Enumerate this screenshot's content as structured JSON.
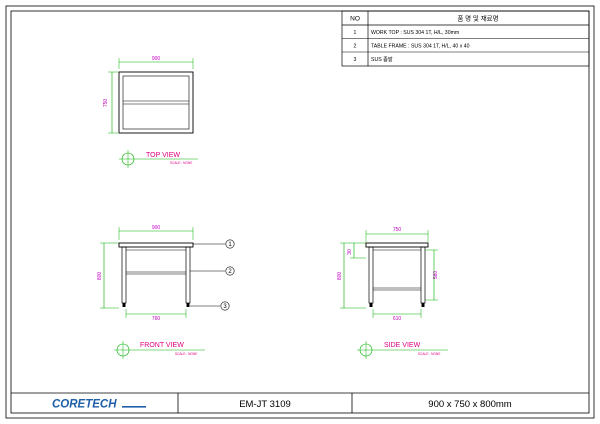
{
  "parts_table": {
    "header_no": "NO",
    "header_name": "품 명 및 재료명",
    "rows": [
      {
        "no": "1",
        "desc": "WORK TOP : SUS 304 1T, H/L, 30mm"
      },
      {
        "no": "2",
        "desc": "TABLE FRAME : SUS 304 1T, H/L, 40 x 40"
      },
      {
        "no": "3",
        "desc": "SUS 좁발"
      }
    ]
  },
  "top_view": {
    "title": "TOP VIEW",
    "scale": "SCALE : NONE",
    "dim_width": "900",
    "dim_depth": "750"
  },
  "front_view": {
    "title": "FRONT VIEW",
    "scale": "SCALE : NONE",
    "dim_width": "900",
    "dim_height": "800",
    "dim_inner": "760",
    "callouts": [
      "1",
      "2",
      "3"
    ]
  },
  "side_view": {
    "title": "SIDE VIEW",
    "scale": "SCALE : NONE",
    "dim_depth": "750",
    "dim_height": "800",
    "dim_top": "30",
    "dim_inner_h": "580",
    "dim_inner": "610"
  },
  "title_block": {
    "brand": "CORETECH",
    "model": "EM-JT 3109",
    "size": "900 x 750 x 800mm"
  },
  "colors": {
    "line": "#000000",
    "dimension": "#00b000",
    "dim_text": "#c000c0",
    "label": "#e00080",
    "brand": "#1f5fa8"
  }
}
